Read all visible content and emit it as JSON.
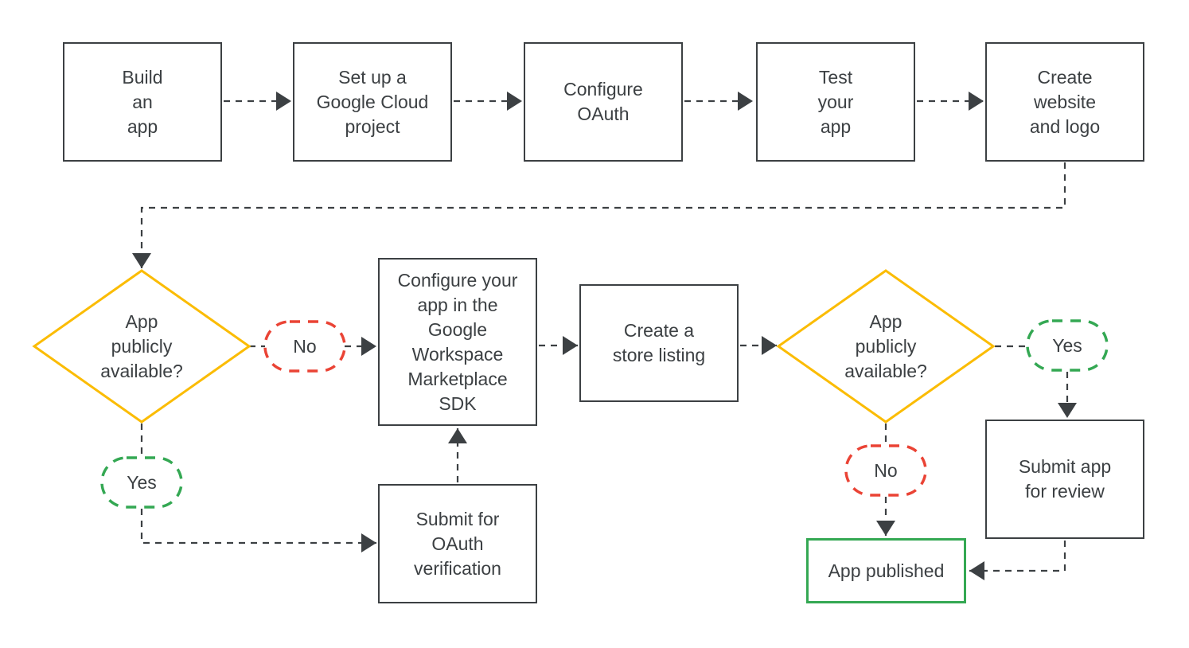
{
  "diagram": {
    "type": "flowchart",
    "description": "Google Workspace Marketplace app publishing flow"
  },
  "colors": {
    "ink": "#3c4043",
    "decision_stroke": "#fbbc04",
    "no_stroke": "#ea4335",
    "yes_stroke": "#34a853",
    "published_stroke": "#34a853",
    "background": "#ffffff"
  },
  "nodes": {
    "build_app": {
      "label": "Build\nan\napp"
    },
    "setup_project": {
      "label": "Set up a\nGoogle Cloud\nproject"
    },
    "configure_oauth": {
      "label": "Configure\nOAuth"
    },
    "test_app": {
      "label": "Test\nyour\napp"
    },
    "create_website": {
      "label": "Create\nwebsite\nand logo"
    },
    "decision_public_1": {
      "label": "App\npublicly\navailable?"
    },
    "no_1": {
      "label": "No"
    },
    "yes_1": {
      "label": "Yes"
    },
    "configure_sdk": {
      "label": "Configure your\napp in the\nGoogle\nWorkspace\nMarketplace\nSDK"
    },
    "store_listing": {
      "label": "Create a\nstore listing"
    },
    "decision_public_2": {
      "label": "App\npublicly\navailable?"
    },
    "yes_2": {
      "label": "Yes"
    },
    "no_2": {
      "label": "No"
    },
    "submit_oauth": {
      "label": "Submit for\nOAuth\nverification"
    },
    "submit_review": {
      "label": "Submit app\nfor review"
    },
    "app_published": {
      "label": "App published"
    }
  }
}
